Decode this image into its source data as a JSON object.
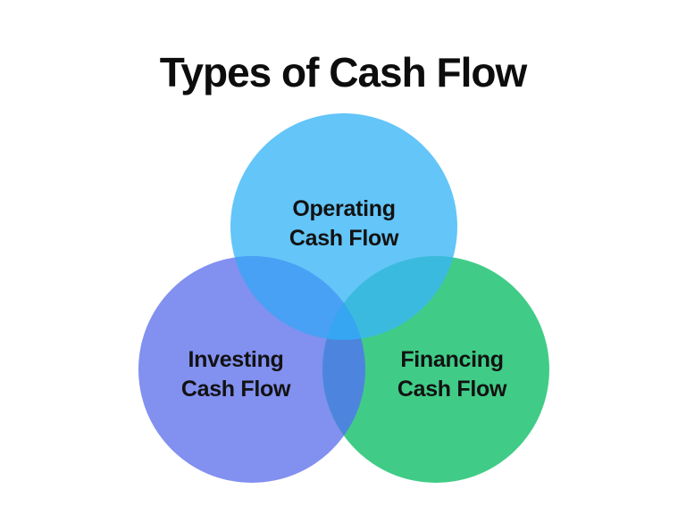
{
  "title": "Types of Cash Flow",
  "colors": {
    "background": "#ffffff",
    "title_text": "#0d0d0d",
    "label_text": "#121212"
  },
  "diagram": {
    "type": "venn",
    "sets": [
      {
        "id": "operating",
        "label_line1": "Operating",
        "label_line2": "Cash Flow",
        "color": "#63C5F8"
      },
      {
        "id": "investing",
        "label_line1": "Investing",
        "label_line2": "Cash Flow",
        "color": "#8290F0"
      },
      {
        "id": "financing",
        "label_line1": "Financing",
        "label_line2": "Cash Flow",
        "color": "#40CC87"
      }
    ],
    "overlaps": {
      "operating_investing": "#48A1F4",
      "operating_financing": "#3BBADF",
      "investing_financing": "#4D85DE",
      "all_three": "#37A6F2"
    }
  }
}
